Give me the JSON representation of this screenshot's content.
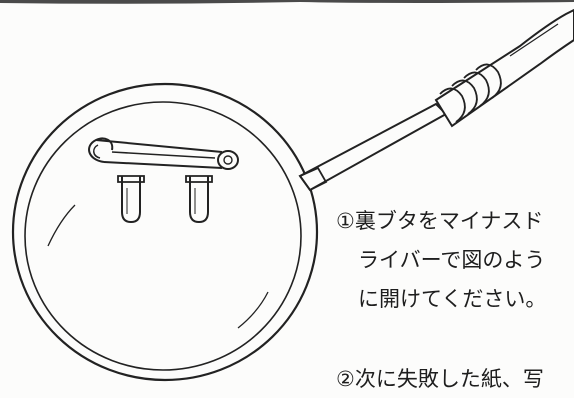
{
  "illustration": {
    "subject": "badge back cover being opened with a flathead screwdriver",
    "stroke_color": "#222222",
    "paper_color": "#fcfcfb"
  },
  "instructions": {
    "step1": {
      "line1": "①裏ブタをマイナスド",
      "line2": "ライバーで図のよう",
      "line3": "に開けてください。"
    },
    "step2": {
      "line1": "②次に失敗した紙、写"
    }
  }
}
